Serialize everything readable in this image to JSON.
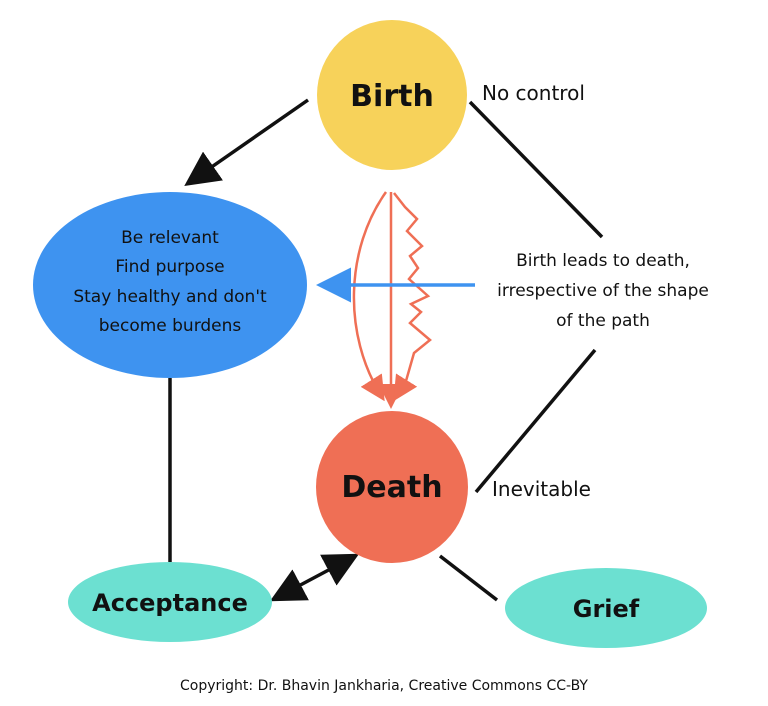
{
  "diagram": {
    "birth": {
      "label": "Birth",
      "color": "#f7d25a"
    },
    "death": {
      "label": "Death",
      "color": "#ef6f55"
    },
    "purpose": {
      "lines": [
        "Be relevant",
        "Find purpose",
        "Stay healthy and don't",
        "become burdens"
      ],
      "color": "#3e93f0"
    },
    "acceptance": {
      "label": "Acceptance",
      "color": "#6ce0d1"
    },
    "grief": {
      "label": "Grief",
      "color": "#6ce0d1"
    },
    "birth_note": "No control",
    "death_note": "Inevitable",
    "path_note": {
      "lines": [
        "Birth leads to death,",
        "irrespective of the shape",
        "of the path"
      ]
    },
    "copyright": "Copyright: Dr. Bhavin Jankharia, Creative Commons CC-BY",
    "colors": {
      "line": "#111111",
      "path_arrows": "#ef6f55",
      "left_arrow": "#3e93f0"
    }
  }
}
